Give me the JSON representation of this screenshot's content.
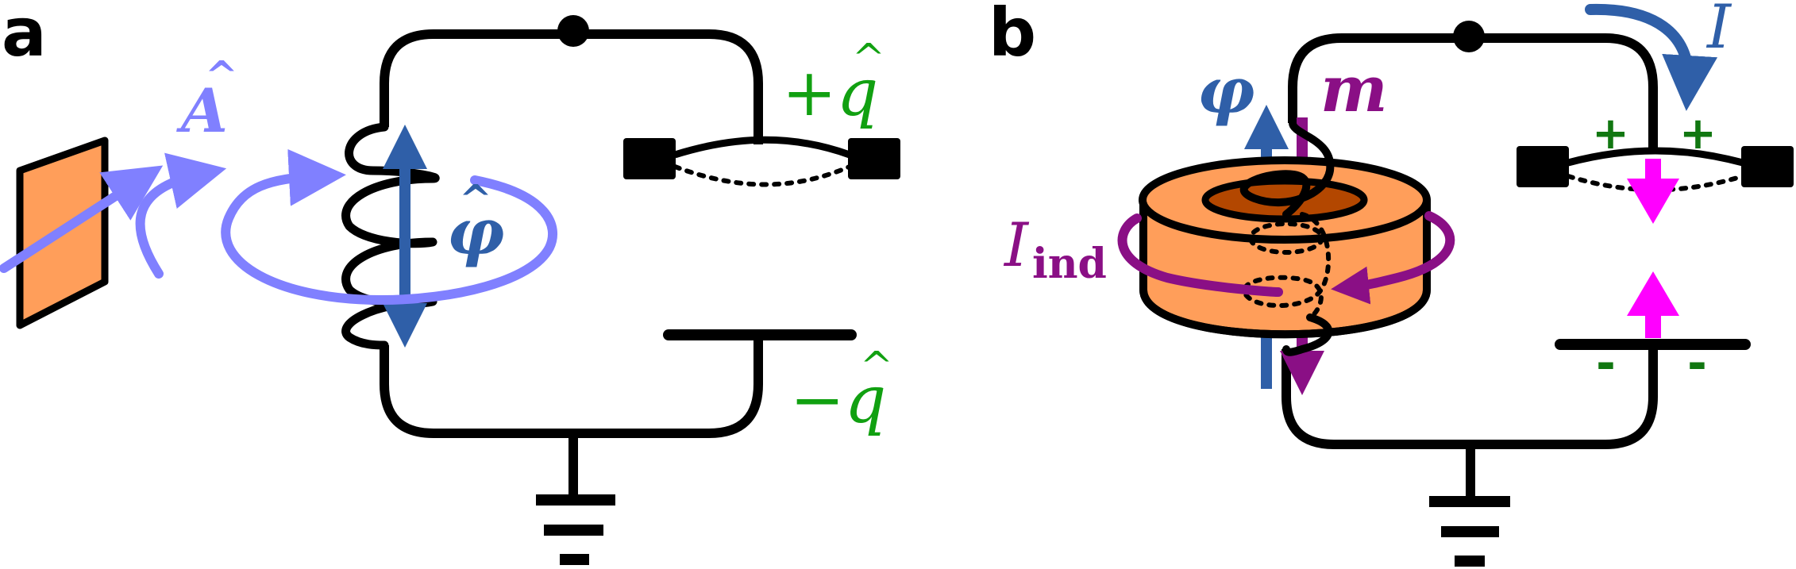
{
  "panel_a": {
    "label": "a",
    "symbol_A": "A",
    "symbol_A_hat": "^",
    "symbol_phi": "φ",
    "symbol_phi_hat": "^",
    "charge_plus": "+q",
    "charge_minus": "−q",
    "hat": "^"
  },
  "panel_b": {
    "label": "b",
    "symbol_phi": "φ",
    "symbol_m": "m",
    "symbol_I": "I",
    "symbol_I_ind": "I",
    "symbol_I_ind_sub": "ind",
    "plus_sign": "+",
    "minus_sign": "-"
  },
  "colors": {
    "wire": "#000000",
    "photon": "#8080ff",
    "flux": "#2f5fa8",
    "charge": "#11a011",
    "charge_dark": "#117711",
    "magnet": "#8a0f85",
    "field": "#ff00ff",
    "mirror": "#ff9e5a",
    "toroid_inner": "#b34700"
  }
}
